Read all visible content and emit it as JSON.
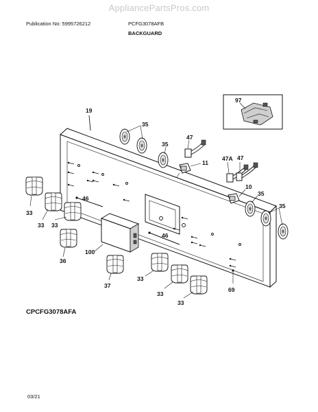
{
  "header": {
    "watermark": "AppliancePartsPros.com",
    "publication_label": "Publication No: 5995726212",
    "model": "PCFG3078AFB",
    "section_title": "BACKGUARD"
  },
  "diagram": {
    "variant_label": "CPCFG3078AFA",
    "callouts": {
      "backguard": "19",
      "ceramic_bezel_a": "35",
      "ceramic_bezel_b": "35",
      "ceramic_bezel_c": "35",
      "ceramic_bezel_d": "35",
      "ceramic_bezel_e": "35",
      "ignitor_switch_a": "47",
      "ignitor_switch_b": "47",
      "ignitor_switch_c": "47A",
      "valve_switch_a": "11",
      "valve_switch_b": "10",
      "screw_left": "46",
      "screw_center": "46",
      "knob_1": "33",
      "knob_2": "33",
      "knob_3": "33",
      "knob_4": "33",
      "knob_5": "33",
      "knob_6": "33",
      "knob_oven": "36",
      "knob_bottom": "37",
      "control_module": "100",
      "clip": "69",
      "inset_part": "97"
    }
  },
  "footer": {
    "date": "03/21"
  }
}
